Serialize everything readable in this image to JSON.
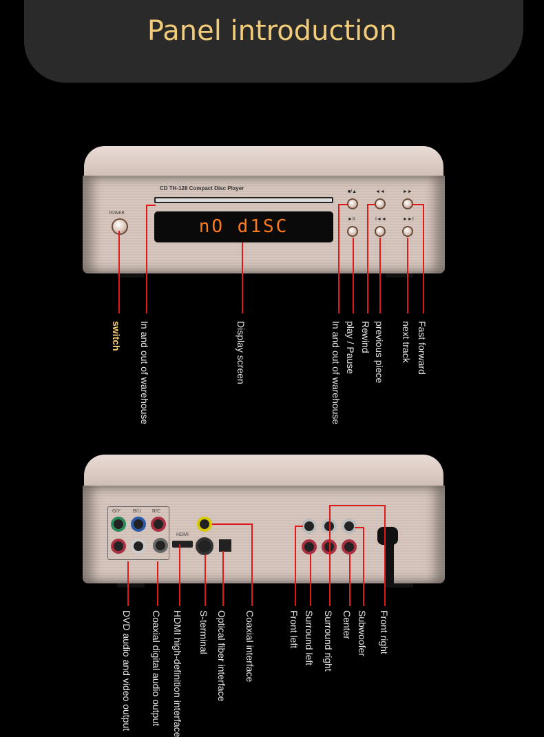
{
  "title": "Panel introduction",
  "front_panel": {
    "model": "CD  TH-128 Compact Disc Player",
    "power": "POWER",
    "display": "nO  d1SC",
    "button_symbols": [
      "■/▲",
      "◄◄",
      "►►",
      "►II",
      "I◄◄",
      "►►I"
    ],
    "labels": [
      "switch",
      "In and out of warehouse",
      "Display screen",
      "In and out of warehouse",
      "play / Pause",
      "Rewind",
      "previous piece",
      "next track",
      "Fast forward"
    ]
  },
  "rear_panel": {
    "component_labels": [
      "G/Y",
      "B/U",
      "R/C"
    ],
    "hdmi": "HDMI",
    "labels": [
      "DVD audio and video output",
      "Coaxial digital audio output",
      "HDMI high-definition interface",
      "S-terminal",
      "Optical fiber interface",
      "Coaxial interface",
      "Front left",
      "Surround left",
      "Surround right",
      "Center",
      "Subwoofer",
      "Front right"
    ]
  },
  "colors": {
    "accent": "#e01818",
    "title": "#f2cc78",
    "display": "#ff7a1a"
  }
}
